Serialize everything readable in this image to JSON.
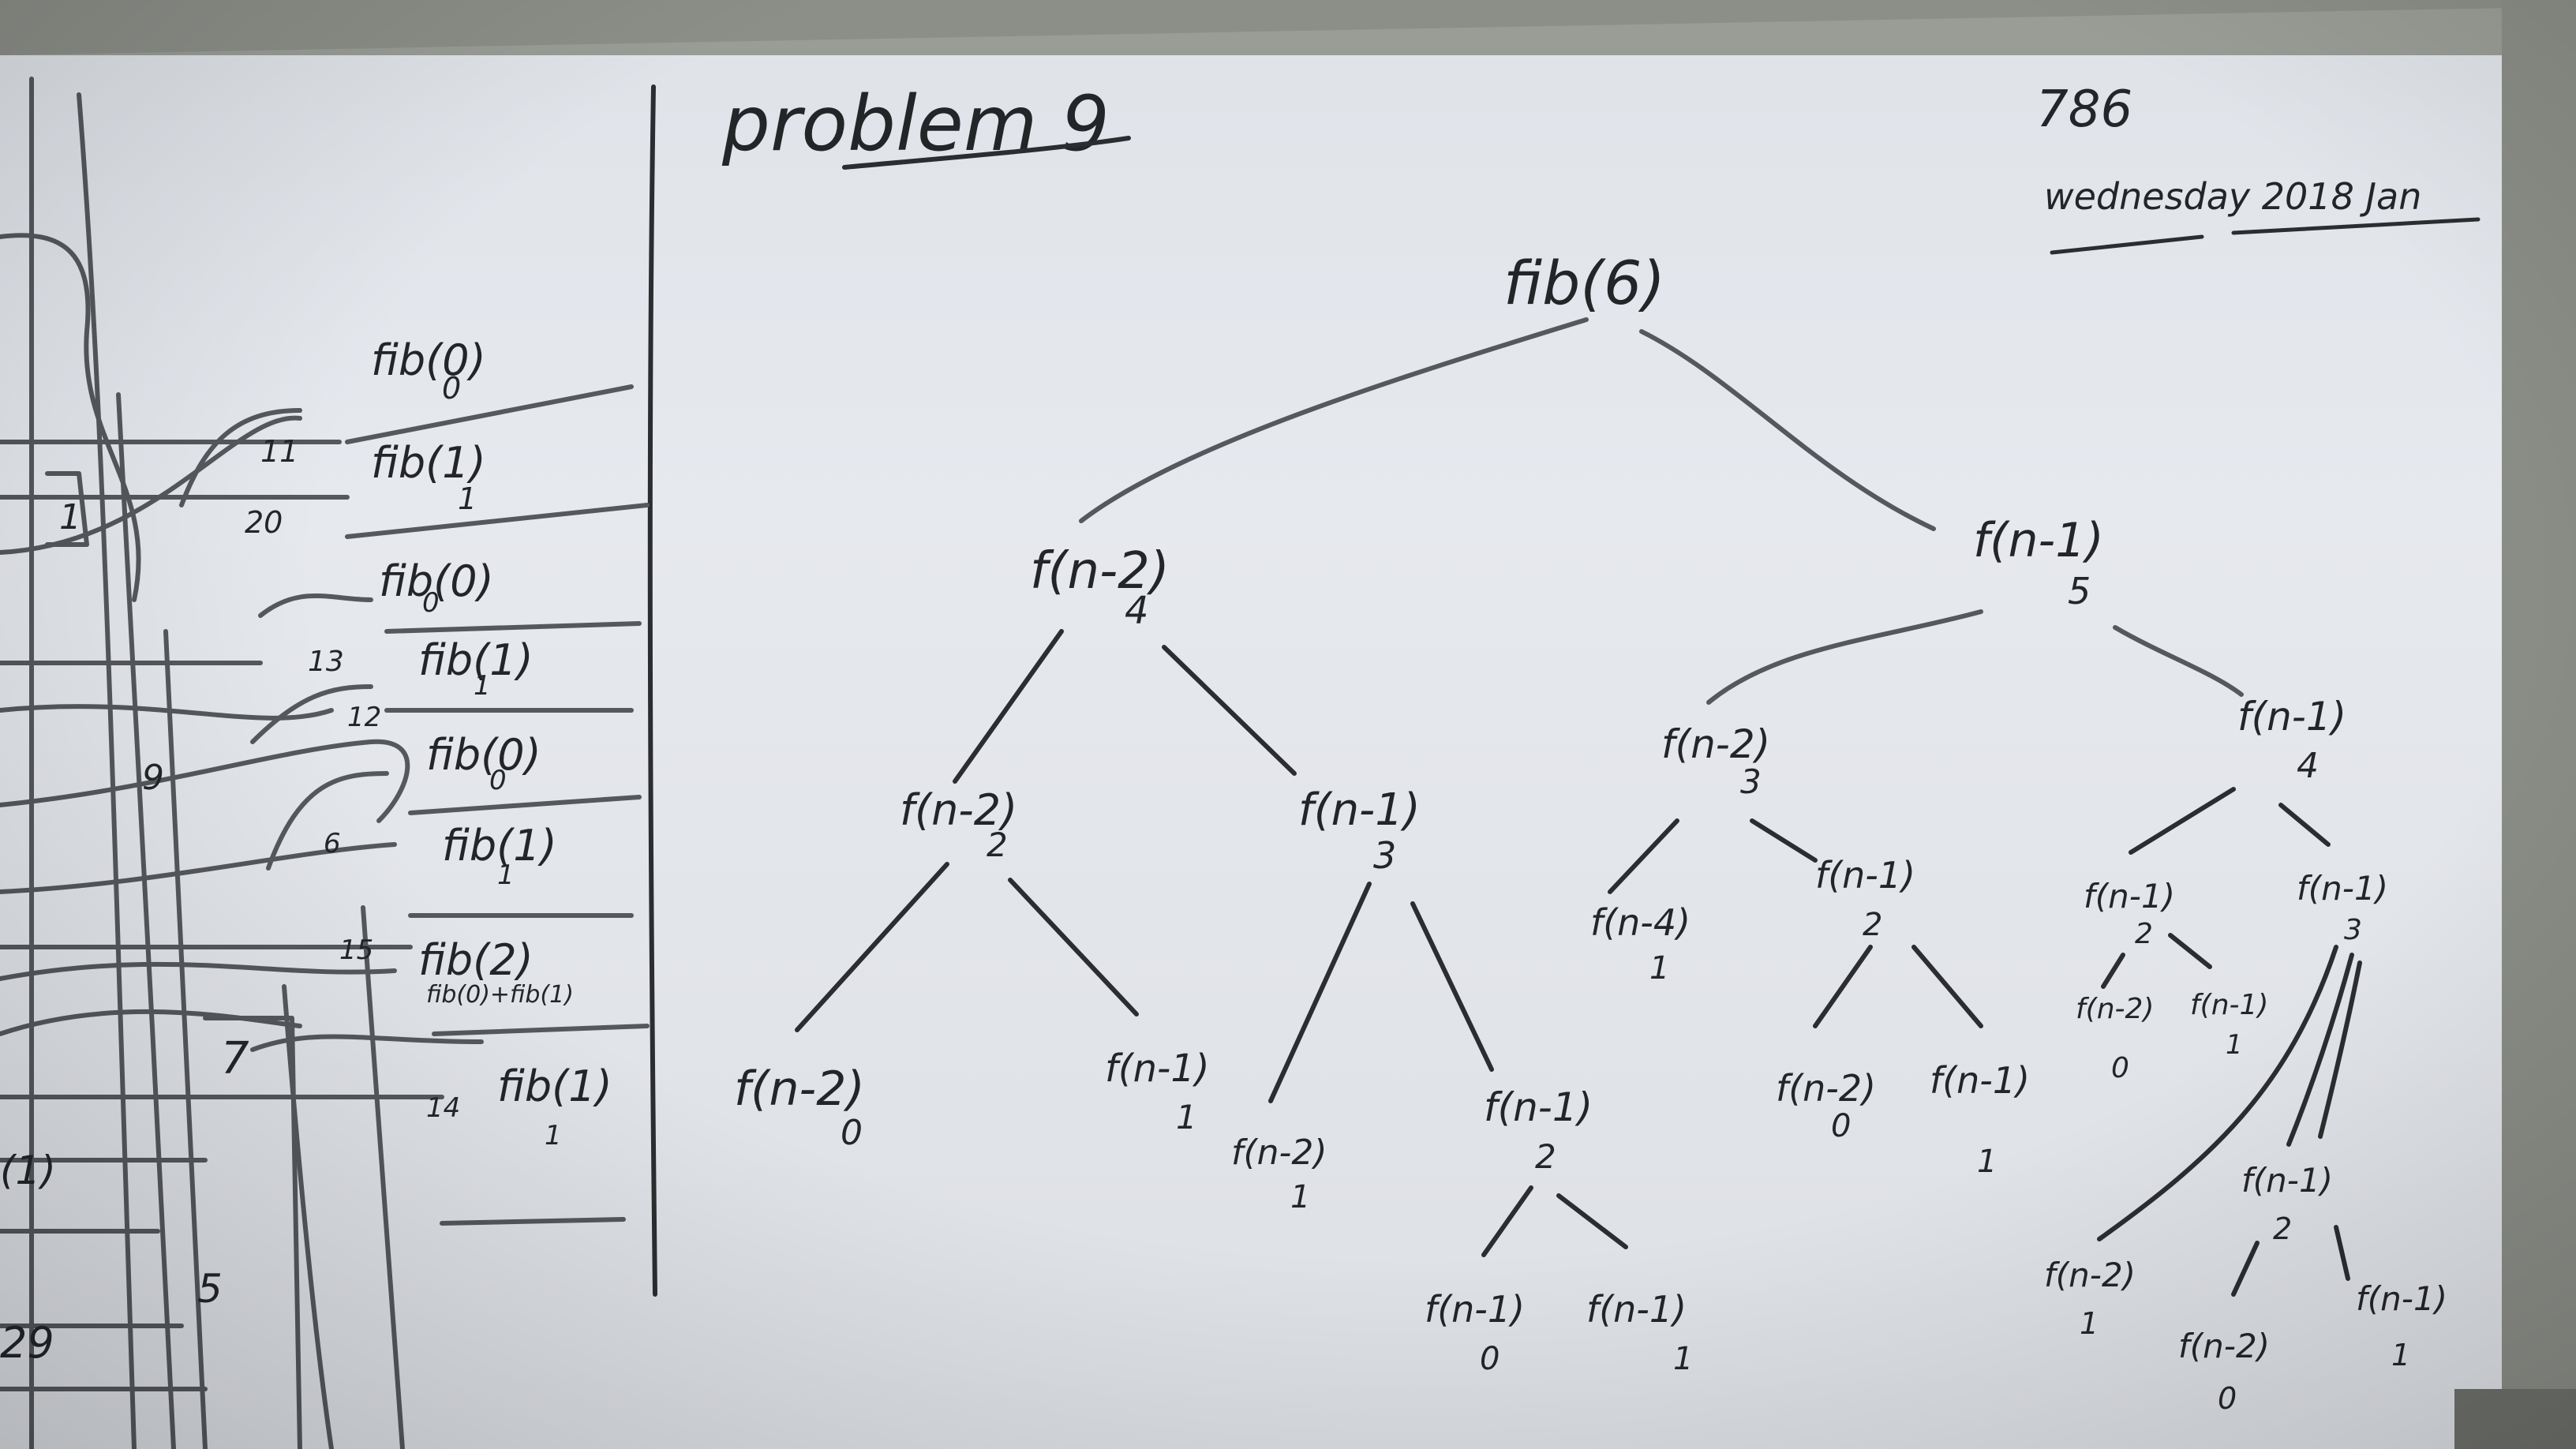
{
  "header": {
    "title": "problem 9",
    "top_right_number": "786",
    "top_right_date": "wednesday 2018 Jan"
  },
  "tree": {
    "root": "fib(6)",
    "nodes": [
      {
        "label": "f(n-2)",
        "value": "4"
      },
      {
        "label": "f(n-1)",
        "value": "5"
      },
      {
        "label": "f(n-2)",
        "value": "2"
      },
      {
        "label": "f(n-1)",
        "value": "3"
      },
      {
        "label": "f(n-2)",
        "value": "3"
      },
      {
        "label": "f(n-1)",
        "value": "4"
      },
      {
        "label": "f(n-2)",
        "value": "0"
      },
      {
        "label": "f(n-1)",
        "value": "1"
      },
      {
        "label": "f(n-2)",
        "value": "1"
      },
      {
        "label": "f(n-1)",
        "value": "2"
      },
      {
        "label": "f(n-4)",
        "value": "1"
      },
      {
        "label": "f(n-1)",
        "value": "2"
      },
      {
        "label": "f(n-1)",
        "value": "2"
      },
      {
        "label": "f(n-1)",
        "value": "3"
      },
      {
        "label": "f(n-1)",
        "value": "0"
      },
      {
        "label": "f(n-1)",
        "value": "1"
      },
      {
        "label": "f(n-2)",
        "value": "0"
      },
      {
        "label": "f(n-1)",
        "value": "1"
      },
      {
        "label": "f(n-2)",
        "value": "0"
      },
      {
        "label": "f(n-1)",
        "value": "1"
      },
      {
        "label": "f(n-1)",
        "value": "2"
      },
      {
        "label": "f(n-2)",
        "value": "1"
      },
      {
        "label": "f(n-2)",
        "value": "0"
      },
      {
        "label": "f(n-1)",
        "value": "1"
      }
    ]
  },
  "stack": {
    "entries": [
      {
        "step": "11",
        "label": "fib(0)",
        "value": "0"
      },
      {
        "step": "20",
        "label": "fib(1)",
        "value": "1"
      },
      {
        "step": "",
        "label": "fib(0)",
        "value": "0"
      },
      {
        "step": "13",
        "label": "fib(1)",
        "value": "1"
      },
      {
        "step": "12",
        "label": "fib(0)",
        "value": "0"
      },
      {
        "step": "6",
        "label": "fib(1)",
        "value": "1"
      },
      {
        "step": "15",
        "label": "fib(2)",
        "value": "fib(0)+fib(1)"
      },
      {
        "step": "14",
        "label": "fib(1)",
        "value": "1"
      }
    ],
    "left_numbers": [
      "1",
      "9",
      "7",
      "5",
      "(1)",
      "29"
    ]
  }
}
